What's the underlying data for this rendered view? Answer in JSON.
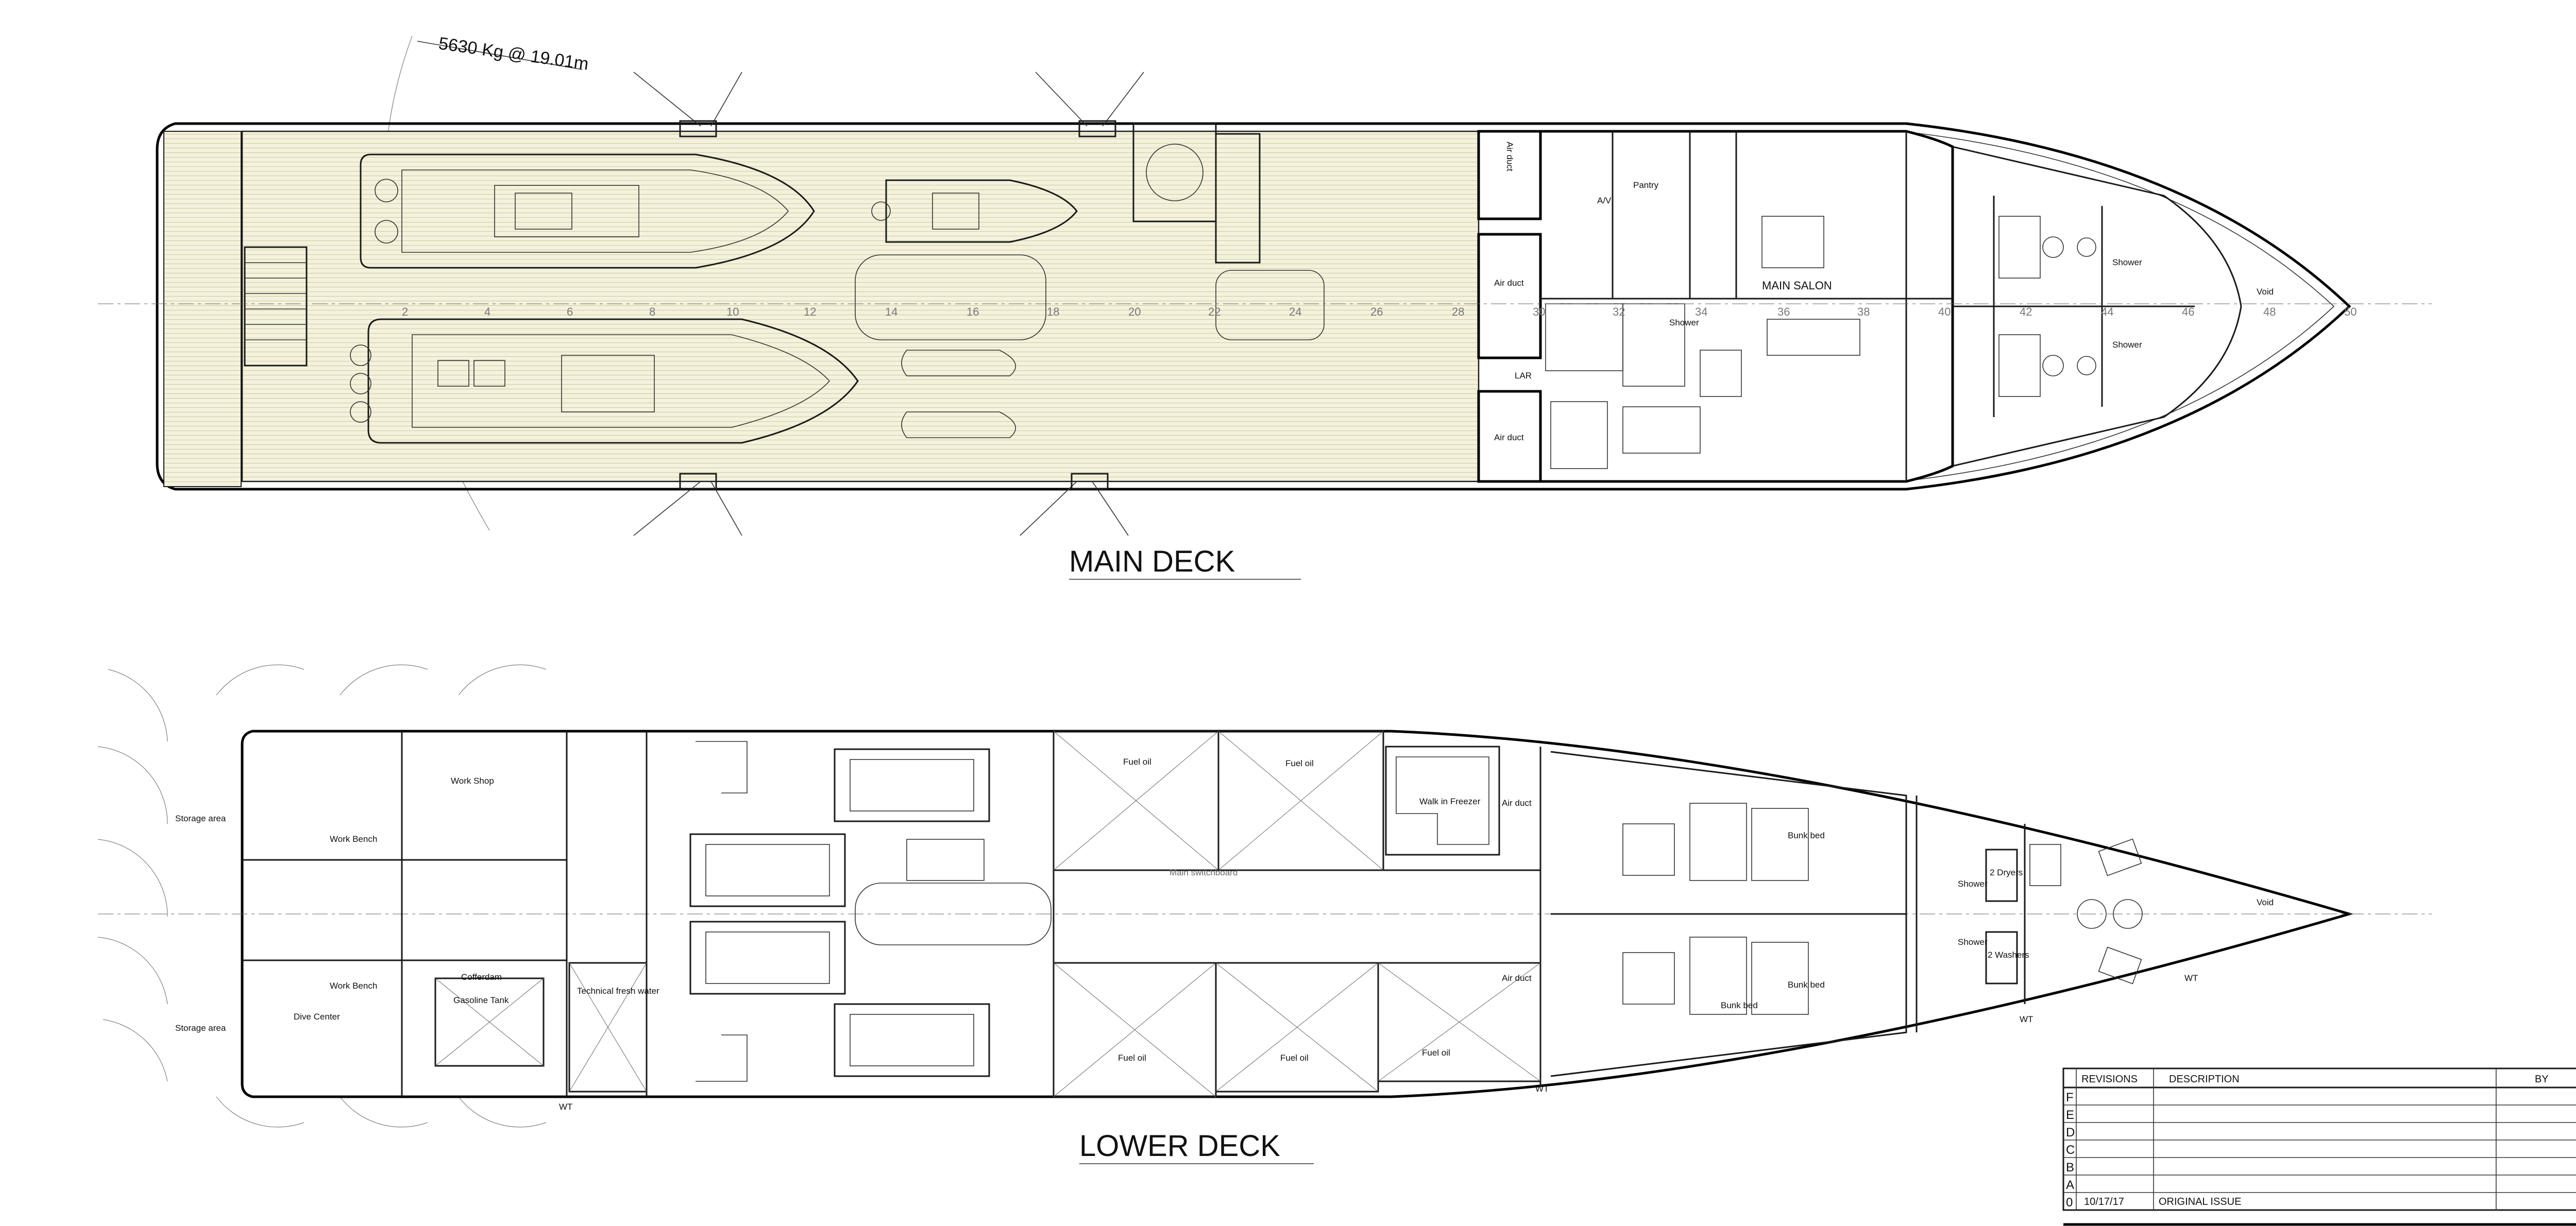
{
  "crane": {
    "label": "5630 Kg @ 19.01m"
  },
  "main_deck": {
    "title": "MAIN DECK",
    "labels": {
      "air_duct_1": "Air duct",
      "air_duct_2": "Air duct",
      "air_duct_3": "Air duct",
      "lar": "LAR",
      "main_salon": "MAIN SALON",
      "pantry": "Pantry",
      "shower_1": "Shower",
      "shower_2": "Shower",
      "shower_3": "Shower",
      "void": "Void",
      "av": "A/V"
    },
    "frames": [
      "2",
      "4",
      "6",
      "8",
      "10",
      "12",
      "14",
      "16",
      "18",
      "20",
      "22",
      "24",
      "26",
      "28",
      "30",
      "32",
      "34",
      "36",
      "38",
      "40",
      "42",
      "44",
      "46",
      "48",
      "50"
    ]
  },
  "lower_deck": {
    "title": "LOWER DECK",
    "labels": {
      "storage_1": "Storage area",
      "storage_2": "Storage area",
      "work_bench_1": "Work Bench",
      "work_bench_2": "Work Bench",
      "work_shop": "Work Shop",
      "dive_center": "Dive Center",
      "cofferdam": "Cofferdam",
      "gasoline_tank": "Gasoline Tank",
      "technical_fresh_water": "Technical fresh water",
      "fuel_oil_1": "Fuel oil",
      "fuel_oil_2": "Fuel oil",
      "fuel_oil_3": "Fuel oil",
      "fuel_oil_4": "Fuel oil",
      "fuel_oil_5": "Fuel oil",
      "walk_in_freezer": "Walk in Freezer",
      "air_duct_1": "Air duct",
      "air_duct_2": "Air duct",
      "main_switchboard": "Main switchboard",
      "bunk_bed_1": "Bunk bed",
      "bunk_bed_2": "Bunk bed",
      "bunk_bed_3": "Bunk bed",
      "shower_1": "Shower",
      "shower_2": "Shower",
      "dryers": "2 Dryers",
      "washers": "2 Washers",
      "void": "Void",
      "wt_1": "WT",
      "wt_2": "WT",
      "wt_3": "WT",
      "wt_4": "WT"
    }
  },
  "revision_table": {
    "headers": {
      "revisions": "REVISIONS",
      "description": "DESCRIPTION",
      "by": "BY"
    },
    "rows": [
      {
        "rev": "F",
        "date": "",
        "desc": ""
      },
      {
        "rev": "E",
        "date": "",
        "desc": ""
      },
      {
        "rev": "D",
        "date": "",
        "desc": ""
      },
      {
        "rev": "C",
        "date": "",
        "desc": ""
      },
      {
        "rev": "B",
        "date": "",
        "desc": ""
      },
      {
        "rev": "A",
        "date": "",
        "desc": ""
      },
      {
        "rev": "0",
        "date": "10/17/17",
        "desc": "ORIGINAL ISSUE"
      }
    ]
  }
}
